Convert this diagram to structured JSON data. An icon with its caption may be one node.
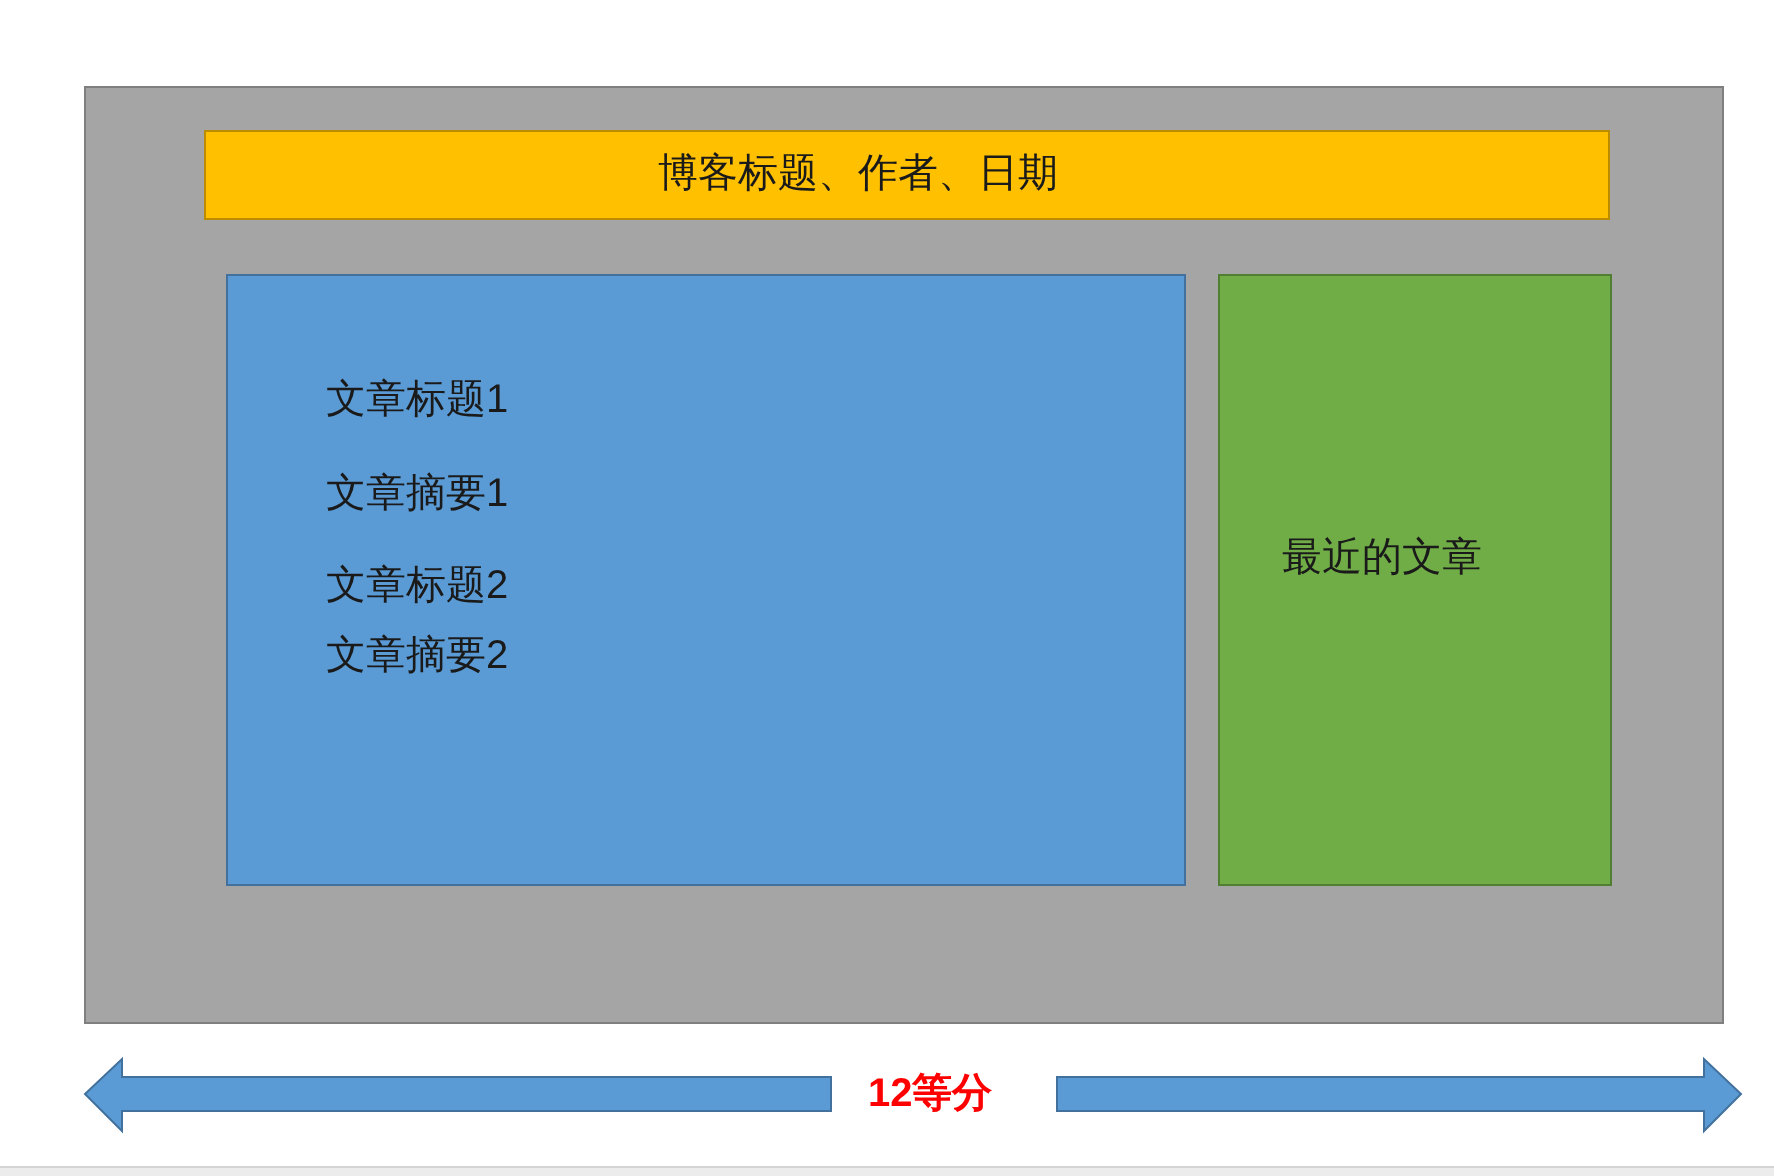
{
  "diagram": {
    "nodes": [
      {
        "text": [],
        "shape": "box"
      },
      {
        "text": [
          "博客标题、作者、日期"
        ],
        "in": 0
      },
      {
        "text": [
          "文章标题1",
          "文章摘要1",
          "文章标题2",
          "文章摘要2"
        ],
        "in": 0
      },
      {
        "text": [
          "最近的文章"
        ],
        "in": 0
      }
    ],
    "labels": [
      "12等分"
    ]
  }
}
